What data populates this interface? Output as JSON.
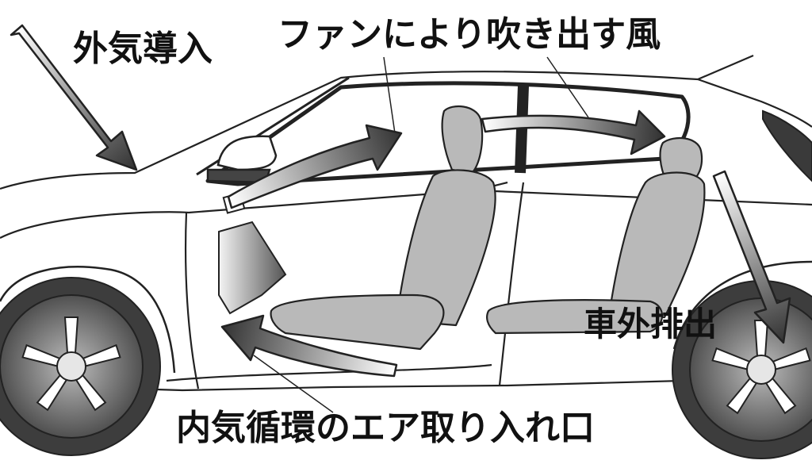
{
  "labels": {
    "outside_air_intake": "外気導入",
    "fan_airflow": "ファンにより吹き出す風",
    "exhaust_outside": "車外排出",
    "recirculation_inlet": "内気循環のエア取り入れ口"
  },
  "colors": {
    "background": "#ffffff",
    "line": "#222222",
    "seat_fill": "#b9b9b9",
    "arrow_dark": "#3a3a3a",
    "arrow_light": "#ffffff",
    "wheel_dark": "#555555",
    "wheel_light": "#dcdcdc"
  }
}
